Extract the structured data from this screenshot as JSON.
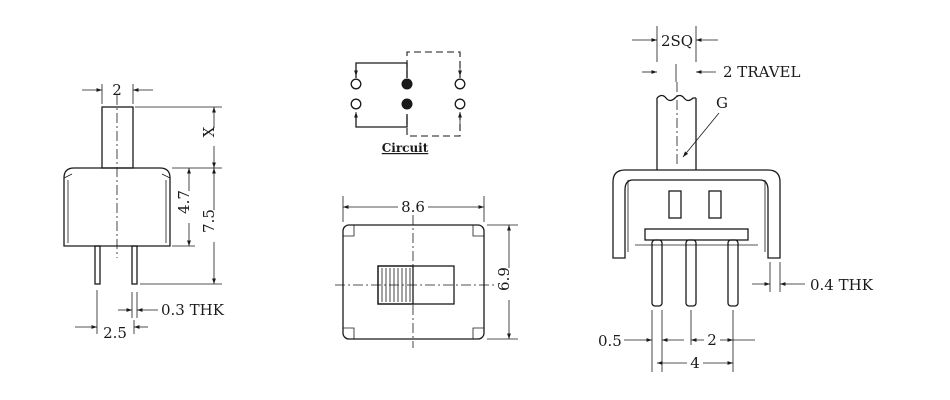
{
  "side_view": {
    "width_2": "2",
    "height_x": "X",
    "height_4_7": "4.7",
    "height_7_5": "7.5",
    "pin_thk": "0.3 THK",
    "pitch_2_5": "2.5"
  },
  "circuit": {
    "label": "Circuit"
  },
  "top_view": {
    "width_8_6": "8.6",
    "height_6_9": "6.9"
  },
  "front_view": {
    "sq_2": "2SQ",
    "travel": "2 TRAVEL",
    "g_label": "G",
    "plate_thk": "0.4 THK",
    "pin_offset": "0.5",
    "pitch_2": "2",
    "span_4": "4"
  }
}
